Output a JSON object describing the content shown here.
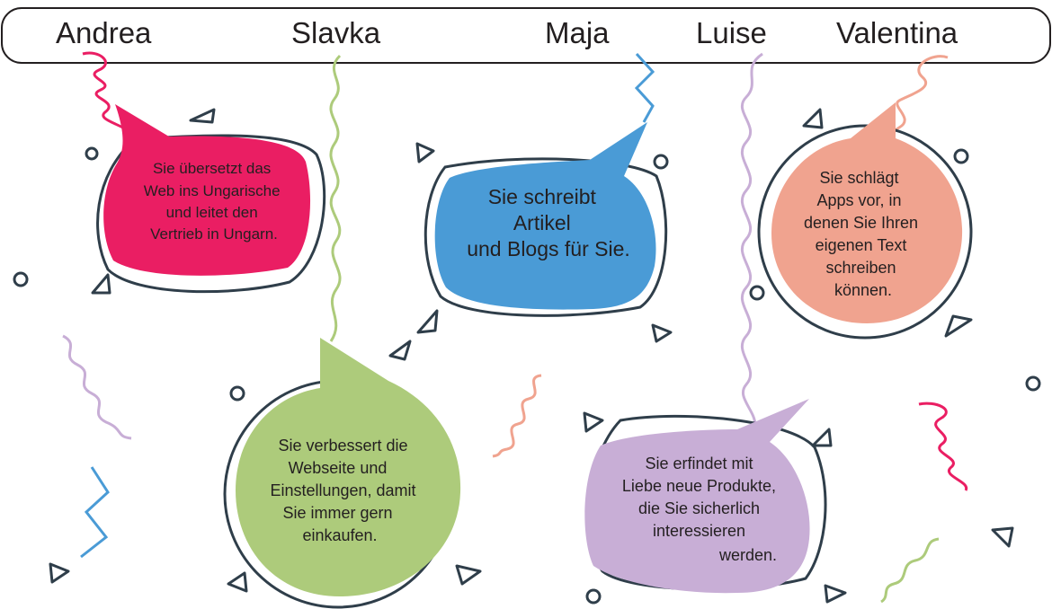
{
  "names": [
    "Andrea",
    "Slavka",
    "Maja",
    "Luise",
    "Valentina"
  ],
  "bubbles": [
    {
      "person": "Andrea",
      "color": "#ea1e63",
      "lines": [
        "Sie übersetzt das",
        "Web ins Ungarische",
        "und leitet den",
        "Vertrieb in Ungarn."
      ]
    },
    {
      "person": "Slavka",
      "color": "#adcb7b",
      "lines": [
        "Sie verbessert die",
        "Webseite und",
        "Einstellungen, damit",
        "Sie immer gern",
        "einkaufen."
      ]
    },
    {
      "person": "Maja",
      "color": "#4a9bd6",
      "lines": [
        "Sie schreibt",
        "Artikel",
        "und Blogs für Sie."
      ]
    },
    {
      "person": "Luise",
      "color": "#c8aed6",
      "lines": [
        "Sie erfindet mit",
        "Liebe neue Produkte,",
        "die Sie sicherlich",
        "interessieren",
        "werden."
      ]
    },
    {
      "person": "Valentina",
      "color": "#f0a38f",
      "lines": [
        "Sie schlägt",
        "Apps vor, in",
        "denen Sie Ihren",
        "eigenen Text",
        "schreiben",
        "können."
      ]
    }
  ]
}
